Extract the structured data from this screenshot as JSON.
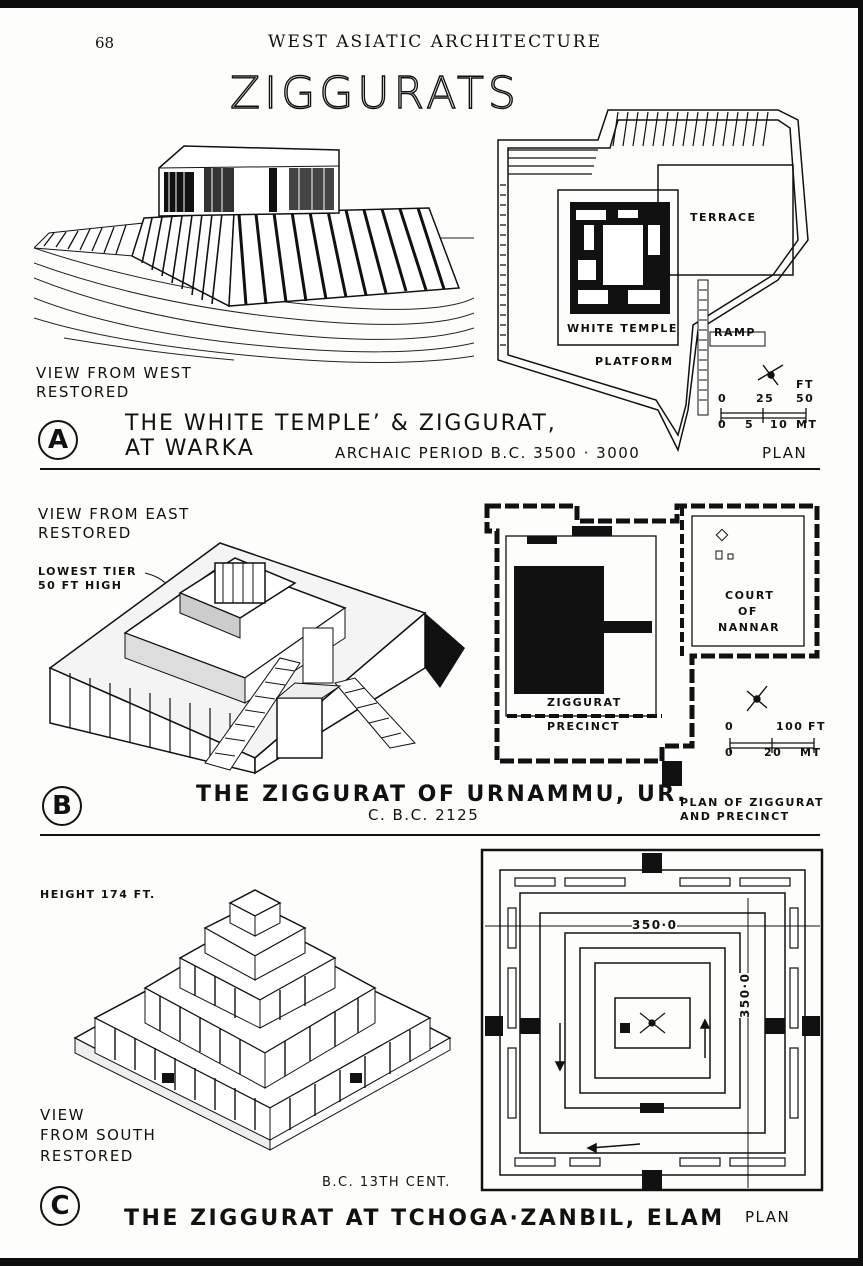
{
  "header": {
    "page_number": "68",
    "running_title": "WEST ASIATIC ARCHITECTURE",
    "title": "ZIGGURATS"
  },
  "section_a": {
    "letter": "A",
    "view_label_1": "VIEW FROM WEST",
    "view_label_2": "RESTORED",
    "caption_1": "THE WHITE TEMPLE’ & ZIGGURAT,",
    "caption_2": "AT WARKA",
    "period": "ARCHAIC PERIOD B.C. 3500 · 3000",
    "plan_label": "PLAN",
    "plan_labels": {
      "terrace": "TERRACE",
      "white_temple": "WHITE TEMPLE",
      "ramp": "RAMP",
      "platform": "PLATFORM"
    },
    "scale": {
      "ft_unit": "FT",
      "ft_ticks": [
        "0",
        "25",
        "50"
      ],
      "mt_ticks": [
        "0",
        "5",
        "10"
      ],
      "mt_unit": "MT"
    }
  },
  "section_b": {
    "letter": "B",
    "view_label_1": "VIEW FROM EAST",
    "view_label_2": "RESTORED",
    "tier_label_1": "LOWEST TIER",
    "tier_label_2": "50 FT HIGH",
    "caption": "THE ZIGGURAT OF URNAMMU, UR.",
    "date": "C. B.C. 2125",
    "plan_label_1": "PLAN OF ZIGGURAT",
    "plan_label_2": "AND PRECINCT",
    "plan_labels": {
      "court_1": "COURT",
      "court_2": "OF",
      "court_3": "NANNAR",
      "ziggurat": "ZIGGURAT",
      "precinct": "PRECINCT"
    },
    "scale": {
      "ft_ticks": [
        "0",
        "100"
      ],
      "ft_unit": "FT",
      "mt_ticks": [
        "0",
        "20"
      ],
      "mt_unit": "MT"
    }
  },
  "section_c": {
    "letter": "C",
    "height_label": "HEIGHT 174 FT.",
    "view_label_1": "VIEW",
    "view_label_2": "FROM SOUTH",
    "view_label_3": "RESTORED",
    "date": "B.C. 13TH CENT.",
    "caption": "THE ZIGGURAT AT TCHOGA·ZANBIL, ELAM",
    "plan_label": "PLAN",
    "dim_h": "350·0",
    "dim_v": "350·0"
  }
}
